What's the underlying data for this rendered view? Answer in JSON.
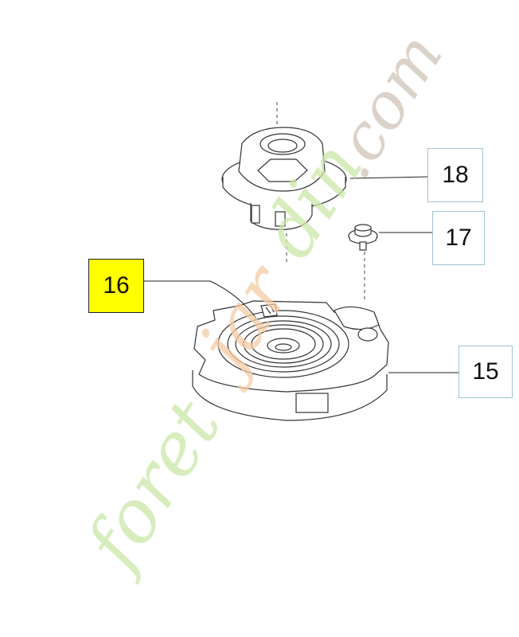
{
  "callouts": {
    "c18": "18",
    "c17": "17",
    "c16": "16",
    "c15": "15"
  },
  "highlight_color": "#ffff00",
  "watermark": {
    "text": "foretjardin.com",
    "colors": [
      "#c9e6a5",
      "#f3c9a2",
      "#cfc3b8"
    ]
  }
}
